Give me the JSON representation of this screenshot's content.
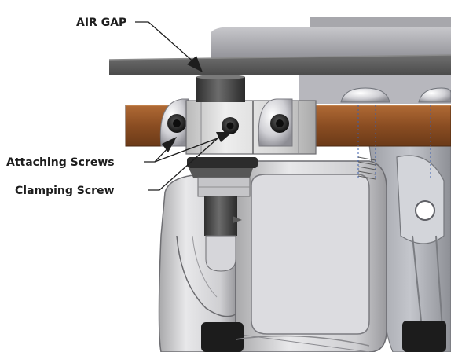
{
  "labels": {
    "air_gap": "AIR GAP",
    "attaching_screws": "Attaching Screws",
    "clamping_screw": "Clamping Screw"
  },
  "colors": {
    "background": "#ffffff",
    "wood_block": "#8a4d22",
    "metal_light": "#dedede",
    "metal_dark": "#3c3c3c",
    "label_text": "#1e1e1e"
  }
}
